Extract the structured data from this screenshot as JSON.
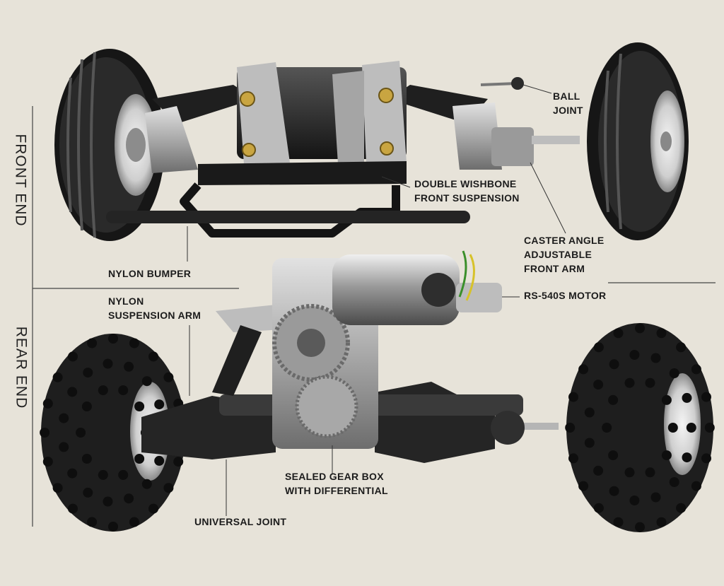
{
  "sections": {
    "front_end": "FRONT END",
    "rear_end": "REAR END"
  },
  "labels": {
    "ball_joint": [
      "BALL",
      "JOINT"
    ],
    "double_wishbone": [
      "DOUBLE WISHBONE",
      "FRONT SUSPENSION"
    ],
    "caster_angle": [
      "CASTER ANGLE",
      "ADJUSTABLE",
      "FRONT ARM"
    ],
    "nylon_bumper": [
      "NYLON BUMPER"
    ],
    "nylon_suspension_arm": [
      "NYLON",
      "SUSPENSION ARM"
    ],
    "motor": [
      "RS-540S MOTOR"
    ],
    "gear_box": [
      "SEALED GEAR BOX",
      "WITH DIFFERENTIAL"
    ],
    "universal_joint": [
      "UNIVERSAL JOINT"
    ]
  },
  "colors": {
    "background": "#e7e3d9",
    "tire": "#1b1b1b",
    "chassis": "#2a2a2a",
    "metal": "#c4c4c4",
    "brass": "#c9a541",
    "motor_wire_green": "#3a8f2a",
    "motor_wire_yellow": "#d7c22a"
  }
}
